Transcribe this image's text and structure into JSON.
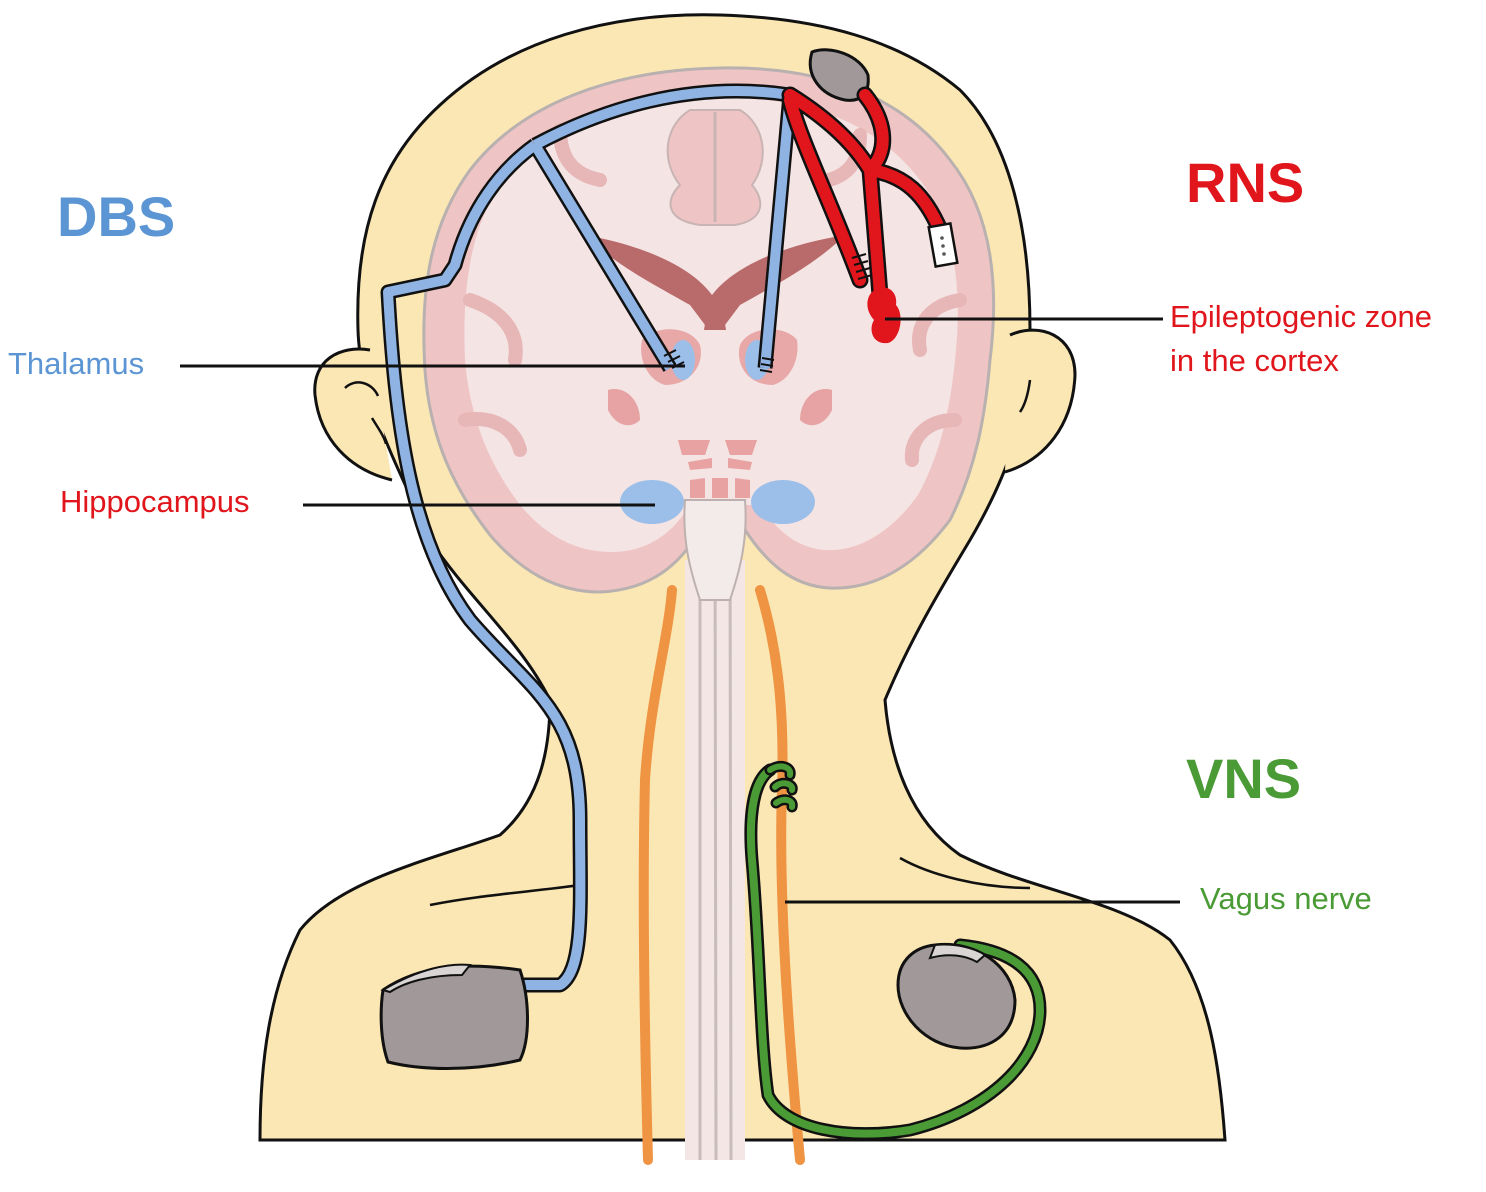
{
  "titles": {
    "dbs": "DBS",
    "rns": "RNS",
    "vns": "VNS"
  },
  "labels": {
    "thalamus": "Thalamus",
    "hippocampus": "Hippocampus",
    "epileptogenic_line1": "Epileptogenic zone",
    "epileptogenic_line2": "in the cortex",
    "vagus_nerve": "Vagus nerve"
  },
  "colors": {
    "dbs": "#5b95d3",
    "rns": "#e0161c",
    "vns": "#4a9a35",
    "skin": "#fbe7b3",
    "brain": "#efc4c4",
    "brain_inner": "#f5e4e4",
    "ventricle": "#b96a6a",
    "nerve": "#ee9443",
    "device": "#a19999",
    "thalamus_target": "#9bbfe9"
  },
  "icons": {
    "dbs_stimulator": "pulse-generator-icon",
    "vns_stimulator": "pulse-generator-icon",
    "rns_device": "cranial-neurostimulator-icon"
  }
}
